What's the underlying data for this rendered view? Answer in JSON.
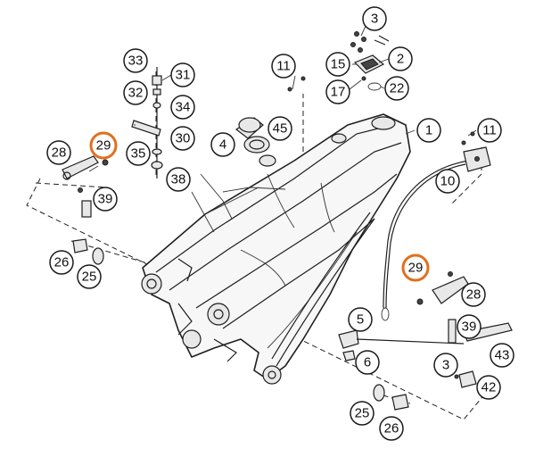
{
  "diagram": {
    "highlight_color": "#e07020",
    "callouts": [
      {
        "id": "c-3-top",
        "label": "3",
        "highlighted": false
      },
      {
        "id": "c-2",
        "label": "2",
        "highlighted": false
      },
      {
        "id": "c-15",
        "label": "15",
        "highlighted": false
      },
      {
        "id": "c-17",
        "label": "17",
        "highlighted": false
      },
      {
        "id": "c-22",
        "label": "22",
        "highlighted": false
      },
      {
        "id": "c-11-center",
        "label": "11",
        "highlighted": false
      },
      {
        "id": "c-1",
        "label": "1",
        "highlighted": false
      },
      {
        "id": "c-11-right",
        "label": "11",
        "highlighted": false
      },
      {
        "id": "c-10",
        "label": "10",
        "highlighted": false
      },
      {
        "id": "c-33",
        "label": "33",
        "highlighted": false
      },
      {
        "id": "c-31",
        "label": "31",
        "highlighted": false
      },
      {
        "id": "c-32",
        "label": "32",
        "highlighted": false
      },
      {
        "id": "c-34",
        "label": "34",
        "highlighted": false
      },
      {
        "id": "c-30",
        "label": "30",
        "highlighted": false
      },
      {
        "id": "c-35",
        "label": "35",
        "highlighted": false
      },
      {
        "id": "c-38",
        "label": "38",
        "highlighted": false
      },
      {
        "id": "c-4",
        "label": "4",
        "highlighted": false
      },
      {
        "id": "c-45",
        "label": "45",
        "highlighted": false
      },
      {
        "id": "c-28-left",
        "label": "28",
        "highlighted": false
      },
      {
        "id": "c-29-left",
        "label": "29",
        "highlighted": true
      },
      {
        "id": "c-39-left",
        "label": "39",
        "highlighted": false
      },
      {
        "id": "c-26-left",
        "label": "26",
        "highlighted": false
      },
      {
        "id": "c-25-left",
        "label": "25",
        "highlighted": false
      },
      {
        "id": "c-29-right",
        "label": "29",
        "highlighted": true
      },
      {
        "id": "c-28-right",
        "label": "28",
        "highlighted": false
      },
      {
        "id": "c-39-right",
        "label": "39",
        "highlighted": false
      },
      {
        "id": "c-5",
        "label": "5",
        "highlighted": false
      },
      {
        "id": "c-6",
        "label": "6",
        "highlighted": false
      },
      {
        "id": "c-43",
        "label": "43",
        "highlighted": false
      },
      {
        "id": "c-3-bottom",
        "label": "3",
        "highlighted": false
      },
      {
        "id": "c-42",
        "label": "42",
        "highlighted": false
      },
      {
        "id": "c-25-bottom",
        "label": "25",
        "highlighted": false
      },
      {
        "id": "c-26-bottom",
        "label": "26",
        "highlighted": false
      }
    ]
  }
}
